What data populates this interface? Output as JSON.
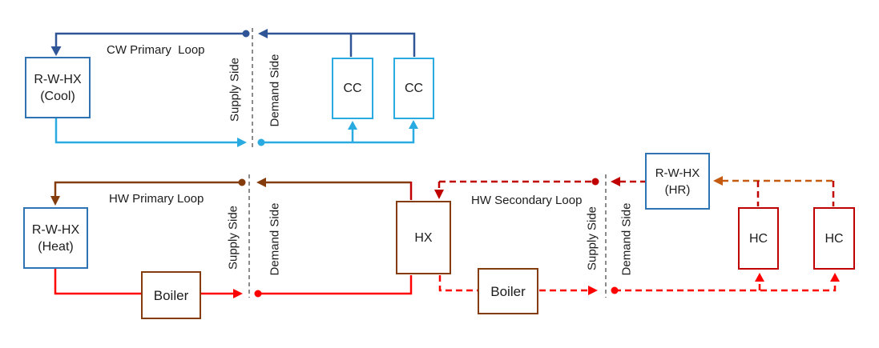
{
  "diagram": {
    "labels": {
      "cw_primary_loop": "CW Primary  Loop",
      "hw_primary_loop": "HW Primary Loop",
      "hw_secondary_loop": "HW Secondary Loop",
      "supply_side": "Supply Side",
      "demand_side": "Demand Side"
    },
    "boxes": {
      "rwhx_cool": {
        "line1": "R-W-HX",
        "line2": "(Cool)"
      },
      "cc_left": {
        "label": "CC"
      },
      "cc_right": {
        "label": "CC"
      },
      "rwhx_heat": {
        "line1": "R-W-HX",
        "line2": "(Heat)"
      },
      "boiler_primary": {
        "label": "Boiler"
      },
      "hx": {
        "label": "HX"
      },
      "boiler_secondary": {
        "label": "Boiler"
      },
      "rwhx_hr": {
        "line1": "R-W-HX",
        "line2": "(HR)"
      },
      "hc_left": {
        "label": "HC"
      },
      "hc_right": {
        "label": "HC"
      }
    },
    "colors": {
      "dark_blue": "#2F5597",
      "cyan": "#29ABE2",
      "brown": "#843C0C",
      "red": "#FF0000",
      "dark_red": "#C00000",
      "orange": "#C55A11",
      "divider_gray": "#8C8C8C",
      "blue_box_border": "#2E74B5",
      "text": "#1C1C1C"
    }
  }
}
